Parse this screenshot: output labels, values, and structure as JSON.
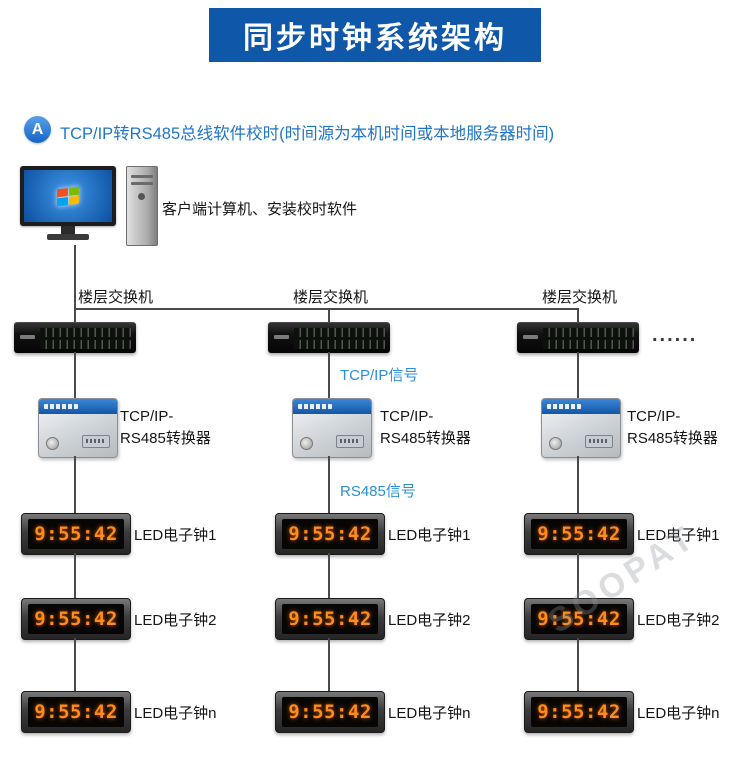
{
  "header": {
    "title": "同步时钟系统架构"
  },
  "section": {
    "badge": "A",
    "title": "TCP/IP转RS485总线软件校时(时间源为本机时间或本地服务器时间)"
  },
  "client": {
    "label": "客户端计算机、安装校时软件"
  },
  "signals": {
    "tcpip": "TCP/IP信号",
    "rs485": "RS485信号"
  },
  "ellipsis": "......",
  "watermark": "SOOPAT",
  "colors": {
    "banner_blue": "#0f57a8",
    "accent_blue": "#2176c7",
    "signal_blue": "#2b8fd8",
    "led_orange": "#ff8a1e"
  },
  "columns": [
    {
      "switch_label": "楼层交换机",
      "converter_label": [
        "TCP/IP-",
        "RS485转换器"
      ],
      "clocks": [
        {
          "time": "9:55:42",
          "label": "LED电子钟1"
        },
        {
          "time": "9:55:42",
          "label": "LED电子钟2"
        },
        {
          "time": "9:55:42",
          "label": "LED电子钟n"
        }
      ]
    },
    {
      "switch_label": "楼层交换机",
      "converter_label": [
        "TCP/IP-",
        "RS485转换器"
      ],
      "clocks": [
        {
          "time": "9:55:42",
          "label": "LED电子钟1"
        },
        {
          "time": "9:55:42",
          "label": "LED电子钟2"
        },
        {
          "time": "9:55:42",
          "label": "LED电子钟n"
        }
      ]
    },
    {
      "switch_label": "楼层交换机",
      "converter_label": [
        "TCP/IP-",
        "RS485转换器"
      ],
      "clocks": [
        {
          "time": "9:55:42",
          "label": "LED电子钟1"
        },
        {
          "time": "9:55:42",
          "label": "LED电子钟2"
        },
        {
          "time": "9:55:42",
          "label": "LED电子钟n"
        }
      ]
    }
  ]
}
